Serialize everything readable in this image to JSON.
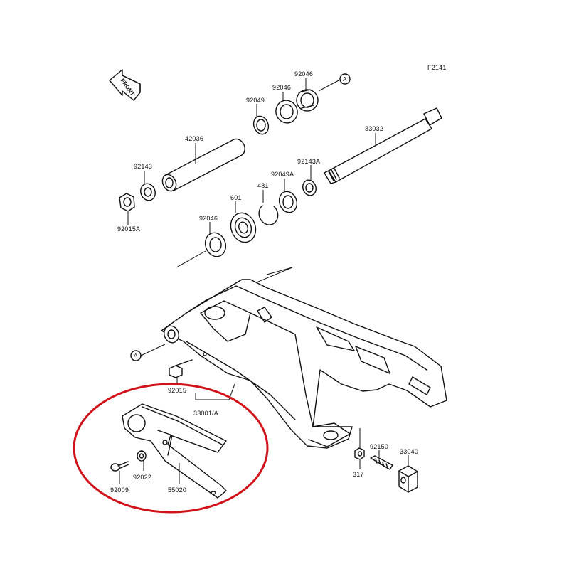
{
  "figure_code": "F2141",
  "front_label": "FRONT",
  "ref_markers": [
    "A",
    "A"
  ],
  "parts": {
    "p92046_top": "92046",
    "p92046_mid": "92046",
    "p92049": "92049",
    "p42036": "42036",
    "p33032": "33032",
    "p92143": "92143",
    "p92143A": "92143A",
    "p92049A": "92049A",
    "p481": "481",
    "p601": "601",
    "p92046_low": "92046",
    "p92015A": "92015A",
    "p92015": "92015",
    "p33001A": "33001/A",
    "p92022": "92022",
    "p92009": "92009",
    "p55020": "55020",
    "p92150": "92150",
    "p33040": "33040",
    "p317": "317"
  },
  "highlight_color": "#d0121b"
}
